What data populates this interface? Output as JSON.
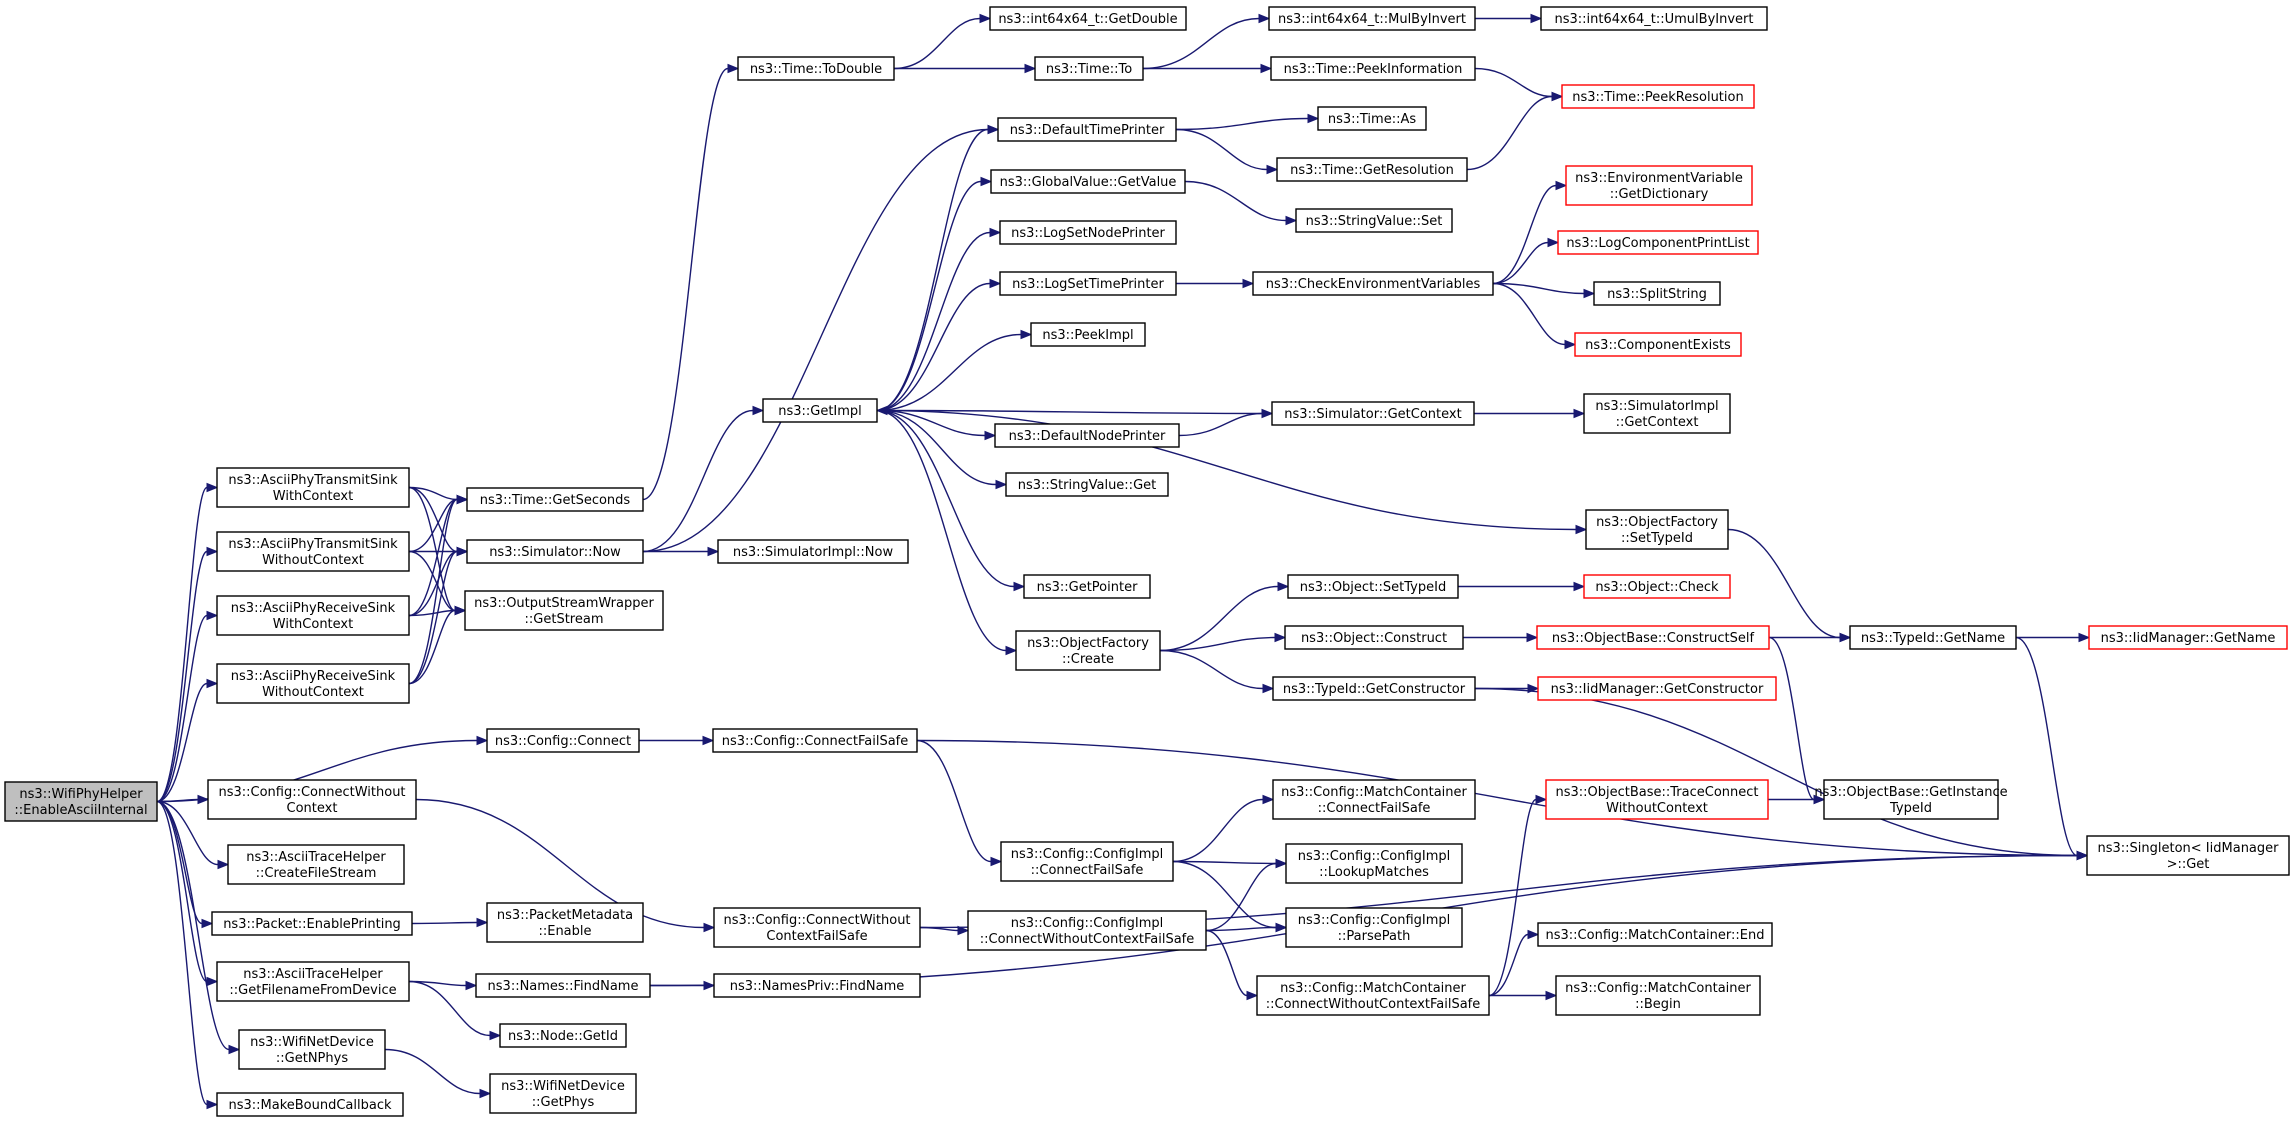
{
  "diagram": {
    "nodes": [
      {
        "id": "root",
        "lines": [
          "ns3::WifiPhyHelper",
          "::EnableAsciiInternal"
        ],
        "style": "root"
      },
      {
        "id": "txctx",
        "lines": [
          "ns3::AsciiPhyTransmitSink",
          "WithContext"
        ],
        "style": "normal"
      },
      {
        "id": "txnoctx",
        "lines": [
          "ns3::AsciiPhyTransmitSink",
          "WithoutContext"
        ],
        "style": "normal"
      },
      {
        "id": "rxctx",
        "lines": [
          "ns3::AsciiPhyReceiveSink",
          "WithContext"
        ],
        "style": "normal"
      },
      {
        "id": "rxnoctx",
        "lines": [
          "ns3::AsciiPhyReceiveSink",
          "WithoutContext"
        ],
        "style": "normal"
      },
      {
        "id": "cfgconnect",
        "lines": [
          "ns3::Config::Connect"
        ],
        "style": "normal"
      },
      {
        "id": "cfgconnwo",
        "lines": [
          "ns3::Config::ConnectWithout",
          "Context"
        ],
        "style": "normal"
      },
      {
        "id": "createfile",
        "lines": [
          "ns3::AsciiTraceHelper",
          "::CreateFileStream"
        ],
        "style": "normal"
      },
      {
        "id": "pktenable",
        "lines": [
          "ns3::Packet::EnablePrinting"
        ],
        "style": "normal"
      },
      {
        "id": "getfname",
        "lines": [
          "ns3::AsciiTraceHelper",
          "::GetFilenameFromDevice"
        ],
        "style": "normal"
      },
      {
        "id": "getnphys",
        "lines": [
          "ns3::WifiNetDevice",
          "::GetNPhys"
        ],
        "style": "normal"
      },
      {
        "id": "makebound",
        "lines": [
          "ns3::MakeBoundCallback"
        ],
        "style": "normal"
      },
      {
        "id": "getseconds",
        "lines": [
          "ns3::Time::GetSeconds"
        ],
        "style": "normal"
      },
      {
        "id": "simnow",
        "lines": [
          "ns3::Simulator::Now"
        ],
        "style": "normal"
      },
      {
        "id": "osw",
        "lines": [
          "ns3::OutputStreamWrapper",
          "::GetStream"
        ],
        "style": "normal"
      },
      {
        "id": "todouble",
        "lines": [
          "ns3::Time::ToDouble"
        ],
        "style": "normal"
      },
      {
        "id": "getdouble",
        "lines": [
          "ns3::int64x64_t::GetDouble"
        ],
        "style": "normal"
      },
      {
        "id": "timeto",
        "lines": [
          "ns3::Time::To"
        ],
        "style": "normal"
      },
      {
        "id": "mulbyinv",
        "lines": [
          "ns3::int64x64_t::MulByInvert"
        ],
        "style": "normal"
      },
      {
        "id": "umulbyinv",
        "lines": [
          "ns3::int64x64_t::UmulByInvert"
        ],
        "style": "normal"
      },
      {
        "id": "peekinfo",
        "lines": [
          "ns3::Time::PeekInformation"
        ],
        "style": "normal"
      },
      {
        "id": "peekres",
        "lines": [
          "ns3::Time::PeekResolution"
        ],
        "style": "red"
      },
      {
        "id": "deftp",
        "lines": [
          "ns3::DefaultTimePrinter"
        ],
        "style": "normal"
      },
      {
        "id": "timeas",
        "lines": [
          "ns3::Time::As"
        ],
        "style": "normal"
      },
      {
        "id": "getres",
        "lines": [
          "ns3::Time::GetResolution"
        ],
        "style": "normal"
      },
      {
        "id": "gvget",
        "lines": [
          "ns3::GlobalValue::GetValue"
        ],
        "style": "normal"
      },
      {
        "id": "svset",
        "lines": [
          "ns3::StringValue::Set"
        ],
        "style": "normal"
      },
      {
        "id": "envdict",
        "lines": [
          "ns3::EnvironmentVariable",
          "::GetDictionary"
        ],
        "style": "red"
      },
      {
        "id": "lognp",
        "lines": [
          "ns3::LogSetNodePrinter"
        ],
        "style": "normal"
      },
      {
        "id": "logcpl",
        "lines": [
          "ns3::LogComponentPrintList"
        ],
        "style": "red"
      },
      {
        "id": "logtp",
        "lines": [
          "ns3::LogSetTimePrinter"
        ],
        "style": "normal"
      },
      {
        "id": "checkenv",
        "lines": [
          "ns3::CheckEnvironmentVariables"
        ],
        "style": "normal"
      },
      {
        "id": "splitstr",
        "lines": [
          "ns3::SplitString"
        ],
        "style": "normal"
      },
      {
        "id": "compex",
        "lines": [
          "ns3::ComponentExists"
        ],
        "style": "red"
      },
      {
        "id": "peekimpl",
        "lines": [
          "ns3::PeekImpl"
        ],
        "style": "normal"
      },
      {
        "id": "getimpl",
        "lines": [
          "ns3::GetImpl"
        ],
        "style": "normal"
      },
      {
        "id": "defnp",
        "lines": [
          "ns3::DefaultNodePrinter"
        ],
        "style": "normal"
      },
      {
        "id": "simgetctx",
        "lines": [
          "ns3::Simulator::GetContext"
        ],
        "style": "normal"
      },
      {
        "id": "simimplctx",
        "lines": [
          "ns3::SimulatorImpl",
          "::GetContext"
        ],
        "style": "normal"
      },
      {
        "id": "svget",
        "lines": [
          "ns3::StringValue::Get"
        ],
        "style": "normal"
      },
      {
        "id": "ofsettid",
        "lines": [
          "ns3::ObjectFactory",
          "::SetTypeId"
        ],
        "style": "normal"
      },
      {
        "id": "simimplnow",
        "lines": [
          "ns3::SimulatorImpl::Now"
        ],
        "style": "normal"
      },
      {
        "id": "getptr",
        "lines": [
          "ns3::GetPointer"
        ],
        "style": "normal"
      },
      {
        "id": "objsettid",
        "lines": [
          "ns3::Object::SetTypeId"
        ],
        "style": "normal"
      },
      {
        "id": "objcheck",
        "lines": [
          "ns3::Object::Check"
        ],
        "style": "red"
      },
      {
        "id": "ofcreate",
        "lines": [
          "ns3::ObjectFactory",
          "::Create"
        ],
        "style": "normal"
      },
      {
        "id": "objconstruct",
        "lines": [
          "ns3::Object::Construct"
        ],
        "style": "normal"
      },
      {
        "id": "obconstself",
        "lines": [
          "ns3::ObjectBase::ConstructSelf"
        ],
        "style": "red"
      },
      {
        "id": "tidgetname",
        "lines": [
          "ns3::TypeId::GetName"
        ],
        "style": "normal"
      },
      {
        "id": "iidgetname",
        "lines": [
          "ns3::IidManager::GetName"
        ],
        "style": "red"
      },
      {
        "id": "tidgetctor",
        "lines": [
          "ns3::TypeId::GetConstructor"
        ],
        "style": "normal"
      },
      {
        "id": "iidgetctor",
        "lines": [
          "ns3::IidManager::GetConstructor"
        ],
        "style": "red"
      },
      {
        "id": "cfgcfs",
        "lines": [
          "ns3::Config::ConnectFailSafe"
        ],
        "style": "normal"
      },
      {
        "id": "obtcwc",
        "lines": [
          "ns3::ObjectBase::TraceConnect",
          "WithoutContext"
        ],
        "style": "red"
      },
      {
        "id": "obgit",
        "lines": [
          "ns3::ObjectBase::GetInstance",
          "TypeId"
        ],
        "style": "normal"
      },
      {
        "id": "mccfs",
        "lines": [
          "ns3::Config::MatchContainer",
          "::ConnectFailSafe"
        ],
        "style": "normal"
      },
      {
        "id": "singleton",
        "lines": [
          "ns3::Singleton< IidManager",
          ">::Get"
        ],
        "style": "normal"
      },
      {
        "id": "cicfs",
        "lines": [
          "ns3::Config::ConfigImpl",
          "::ConnectFailSafe"
        ],
        "style": "normal"
      },
      {
        "id": "cilm",
        "lines": [
          "ns3::Config::ConfigImpl",
          "::LookupMatches"
        ],
        "style": "normal"
      },
      {
        "id": "cfgcwcfs",
        "lines": [
          "ns3::Config::ConnectWithout",
          "ContextFailSafe"
        ],
        "style": "normal"
      },
      {
        "id": "cicwcfs",
        "lines": [
          "ns3::Config::ConfigImpl",
          "::ConnectWithoutContextFailSafe"
        ],
        "style": "normal"
      },
      {
        "id": "cipp",
        "lines": [
          "ns3::Config::ConfigImpl",
          "::ParsePath"
        ],
        "style": "normal"
      },
      {
        "id": "pmenable",
        "lines": [
          "ns3::PacketMetadata",
          "::Enable"
        ],
        "style": "normal"
      },
      {
        "id": "mcend",
        "lines": [
          "ns3::Config::MatchContainer::End"
        ],
        "style": "normal"
      },
      {
        "id": "namesfind",
        "lines": [
          "ns3::Names::FindName"
        ],
        "style": "normal"
      },
      {
        "id": "npfind",
        "lines": [
          "ns3::NamesPriv::FindName"
        ],
        "style": "normal"
      },
      {
        "id": "mccwcfs",
        "lines": [
          "ns3::Config::MatchContainer",
          "::ConnectWithoutContextFailSafe"
        ],
        "style": "normal"
      },
      {
        "id": "mcbegin",
        "lines": [
          "ns3::Config::MatchContainer",
          "::Begin"
        ],
        "style": "normal"
      },
      {
        "id": "nodegetid",
        "lines": [
          "ns3::Node::GetId"
        ],
        "style": "normal"
      },
      {
        "id": "getphys",
        "lines": [
          "ns3::WifiNetDevice",
          "::GetPhys"
        ],
        "style": "normal"
      }
    ]
  }
}
